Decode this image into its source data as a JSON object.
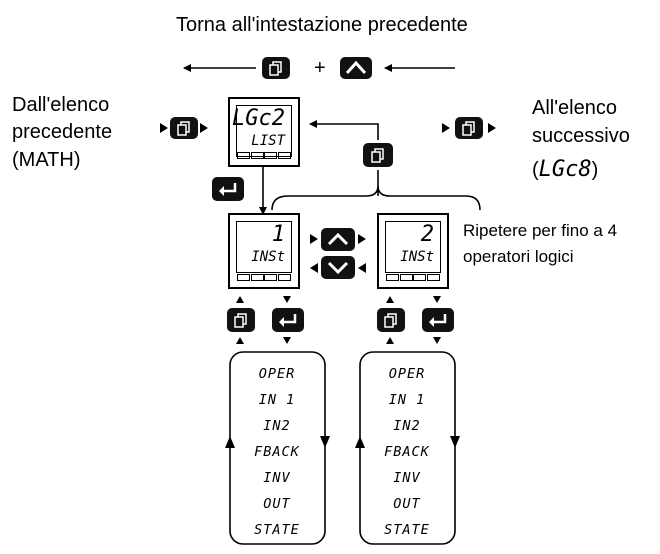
{
  "header": {
    "back_text": "Torna all'intestazione precedente"
  },
  "left_label": [
    "Dall'elenco",
    "precedente",
    "(MATH)"
  ],
  "right_label": [
    "All'elenco",
    "successivo",
    "(",
    "LGc8",
    ")"
  ],
  "repeat_label": [
    "Ripetere per fino a 4",
    "operatori logici"
  ],
  "plus_sign": "+",
  "list_display": {
    "line1": "LGc2",
    "line2": "LIST"
  },
  "instances": [
    {
      "line1": "1",
      "line2": "INSt"
    },
    {
      "line1": "2",
      "line2": "INSt"
    }
  ],
  "parameters": [
    "OPER",
    "IN 1",
    "IN2",
    "FBACK",
    "INV",
    "OUT",
    "STATE"
  ],
  "icons": [
    "page-scroll-icon",
    "raise-icon",
    "lower-icon",
    "enter-icon"
  ],
  "colors": {
    "line": "#000000",
    "button": "#111111"
  }
}
